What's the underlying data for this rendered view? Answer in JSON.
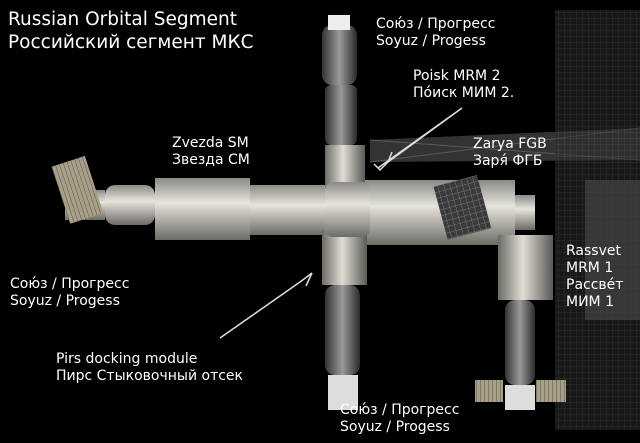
{
  "title": {
    "line1": "Russian Orbital Segment",
    "line2": "Российский сегмент МКС"
  },
  "labels": {
    "soyuz_top": {
      "ru": "Сою́з / Прогресс",
      "en": "Soyuz / Progess"
    },
    "poisk": {
      "en": "Poisk MRM 2",
      "ru": "По́иск МИМ 2."
    },
    "zvezda": {
      "en": "Zvezda SM",
      "ru": "Звезда СМ"
    },
    "zarya": {
      "en": "Zarya FGB",
      "ru": "Заря́ ФГБ"
    },
    "rassvet": {
      "l1": "Rassvet",
      "l2": "MRM 1",
      "l3": "Рассве́т",
      "l4": "МИМ 1"
    },
    "soyuz_left": {
      "ru": "Сою́з / Прогресс",
      "en": "Soyuz / Progess"
    },
    "pirs": {
      "en": "Pirs docking module",
      "ru": "Пирс Стыковочный отсек"
    },
    "soyuz_bottom": {
      "ru": "Сою́з / Прогресс",
      "en": "Soyuz / Progess"
    }
  }
}
